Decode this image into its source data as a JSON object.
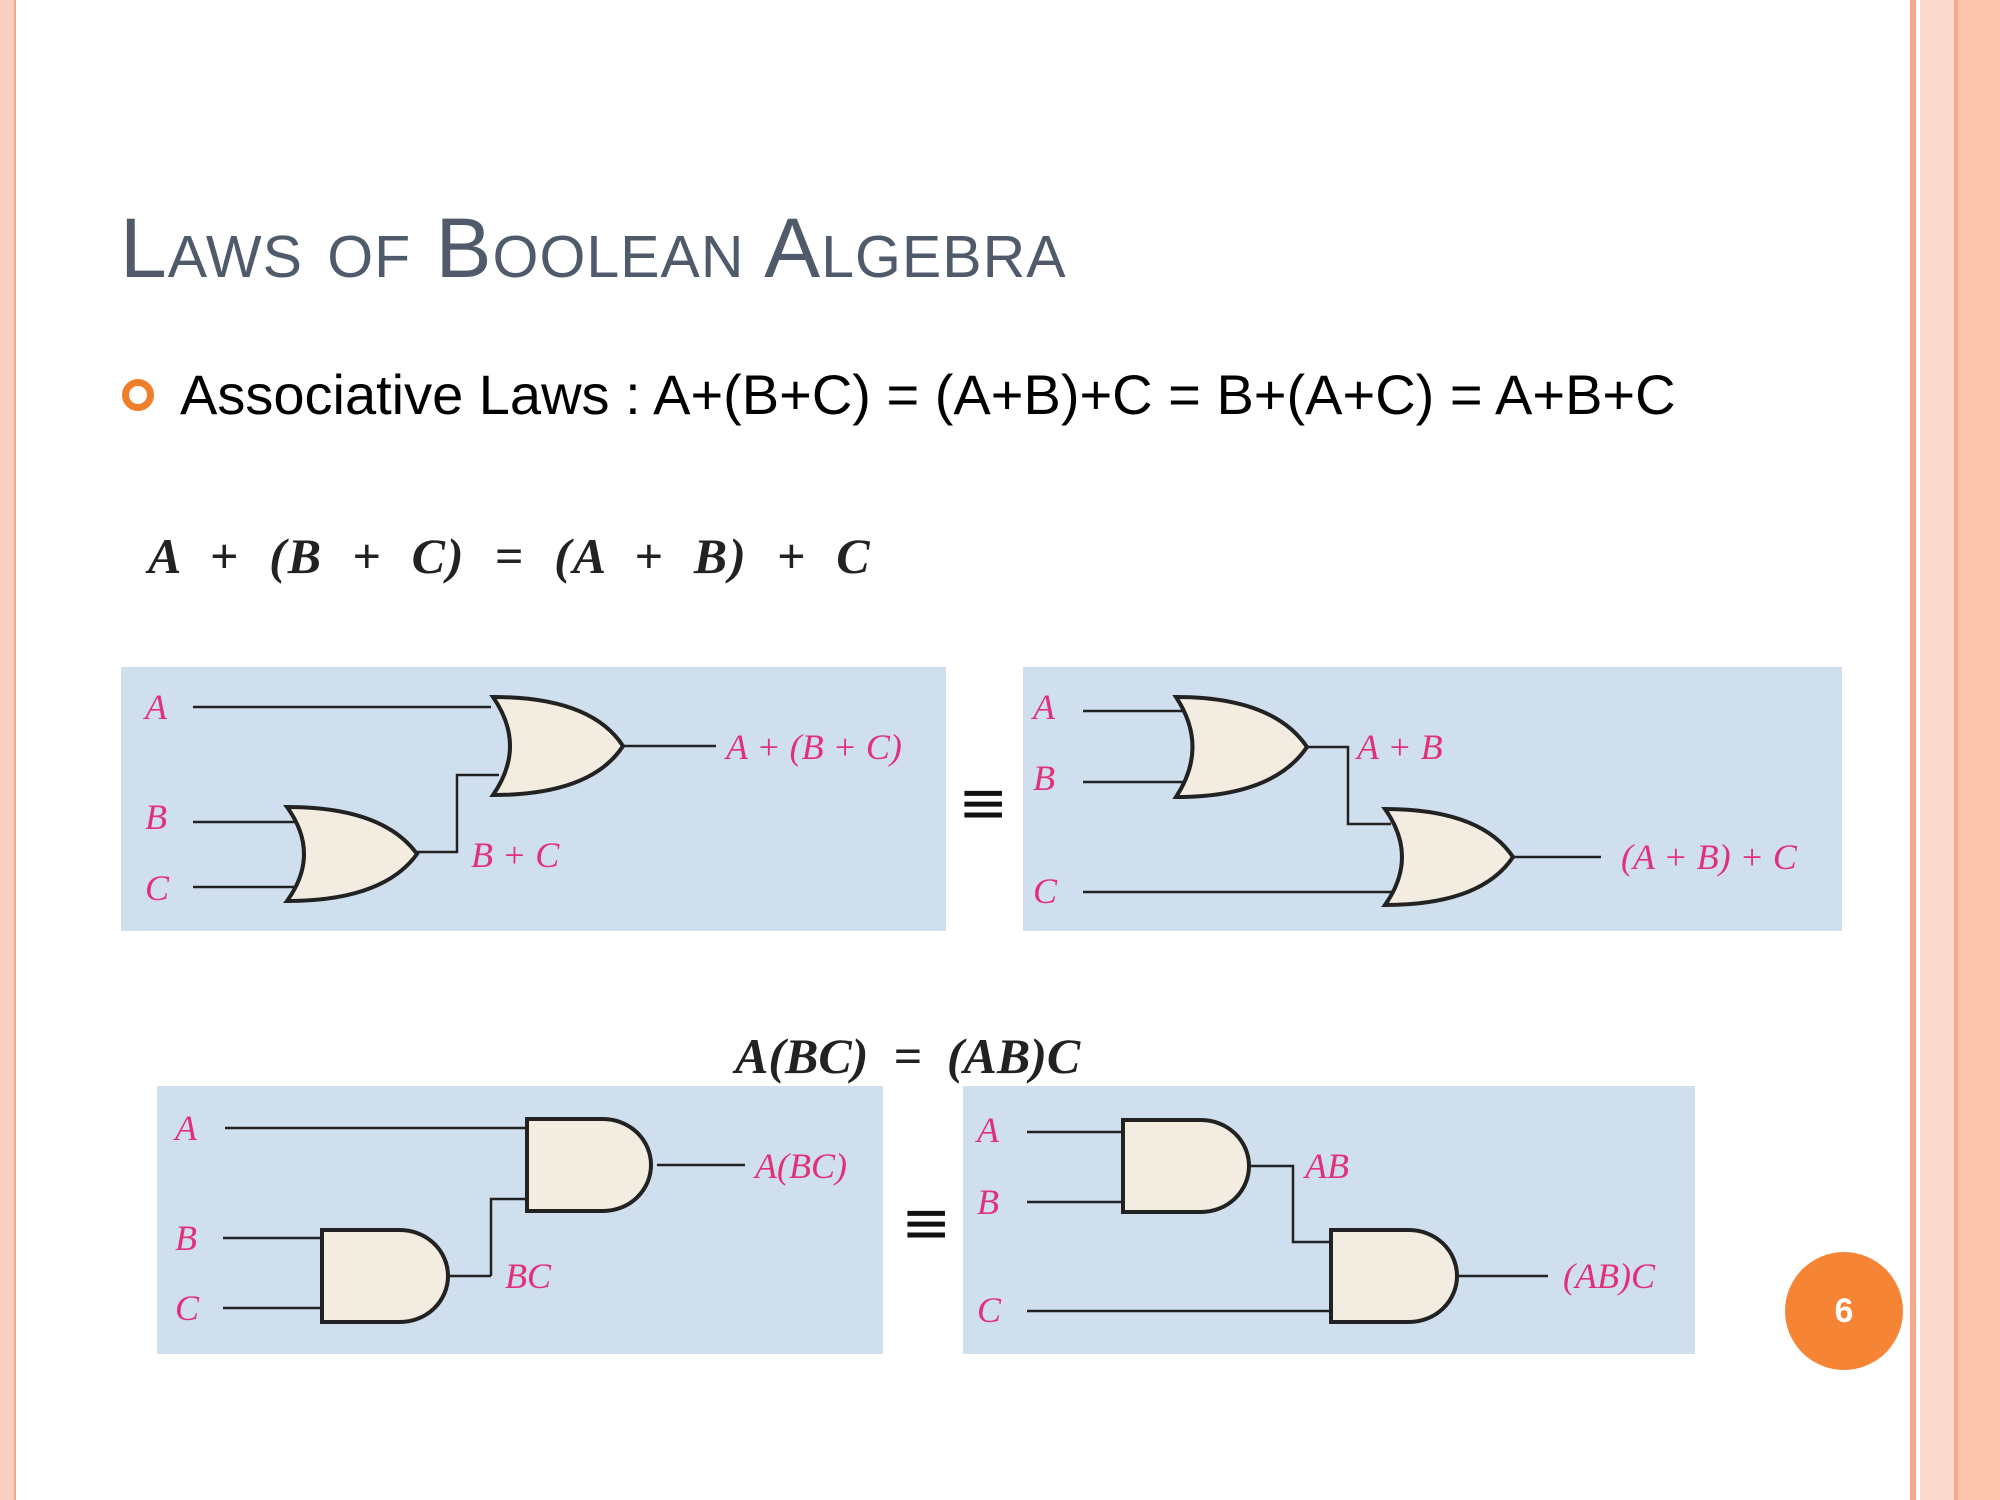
{
  "title": "Laws of Boolean Algebra",
  "bullet": {
    "text": "Associative Laws : A+(B+C) = (A+B)+C = B+(A+C) = A+B+C"
  },
  "equation_or": "A  +  (B  +  C)  =  (A  +  B)  +  C",
  "equation_and": "A(BC)  =  (AB)C",
  "equiv_symbol": "≡",
  "or_left": {
    "in_a": "A",
    "in_b": "B",
    "in_c": "C",
    "mid": "B + C",
    "out": "A + (B + C)"
  },
  "or_right": {
    "in_a": "A",
    "in_b": "B",
    "in_c": "C",
    "mid": "A + B",
    "out": "(A + B) + C"
  },
  "and_left": {
    "in_a": "A",
    "in_b": "B",
    "in_c": "C",
    "mid": "BC",
    "out": "A(BC)"
  },
  "and_right": {
    "in_a": "A",
    "in_b": "B",
    "in_c": "C",
    "mid": "AB",
    "out": "(AB)C"
  },
  "page_number": "6",
  "colors": {
    "title": "#4f5a6b",
    "bullet": "#f07f2c",
    "panel": "#cfdfee",
    "label": "#e0307a",
    "gate_fill": "#f3ece0",
    "page_badge": "#f58535"
  }
}
